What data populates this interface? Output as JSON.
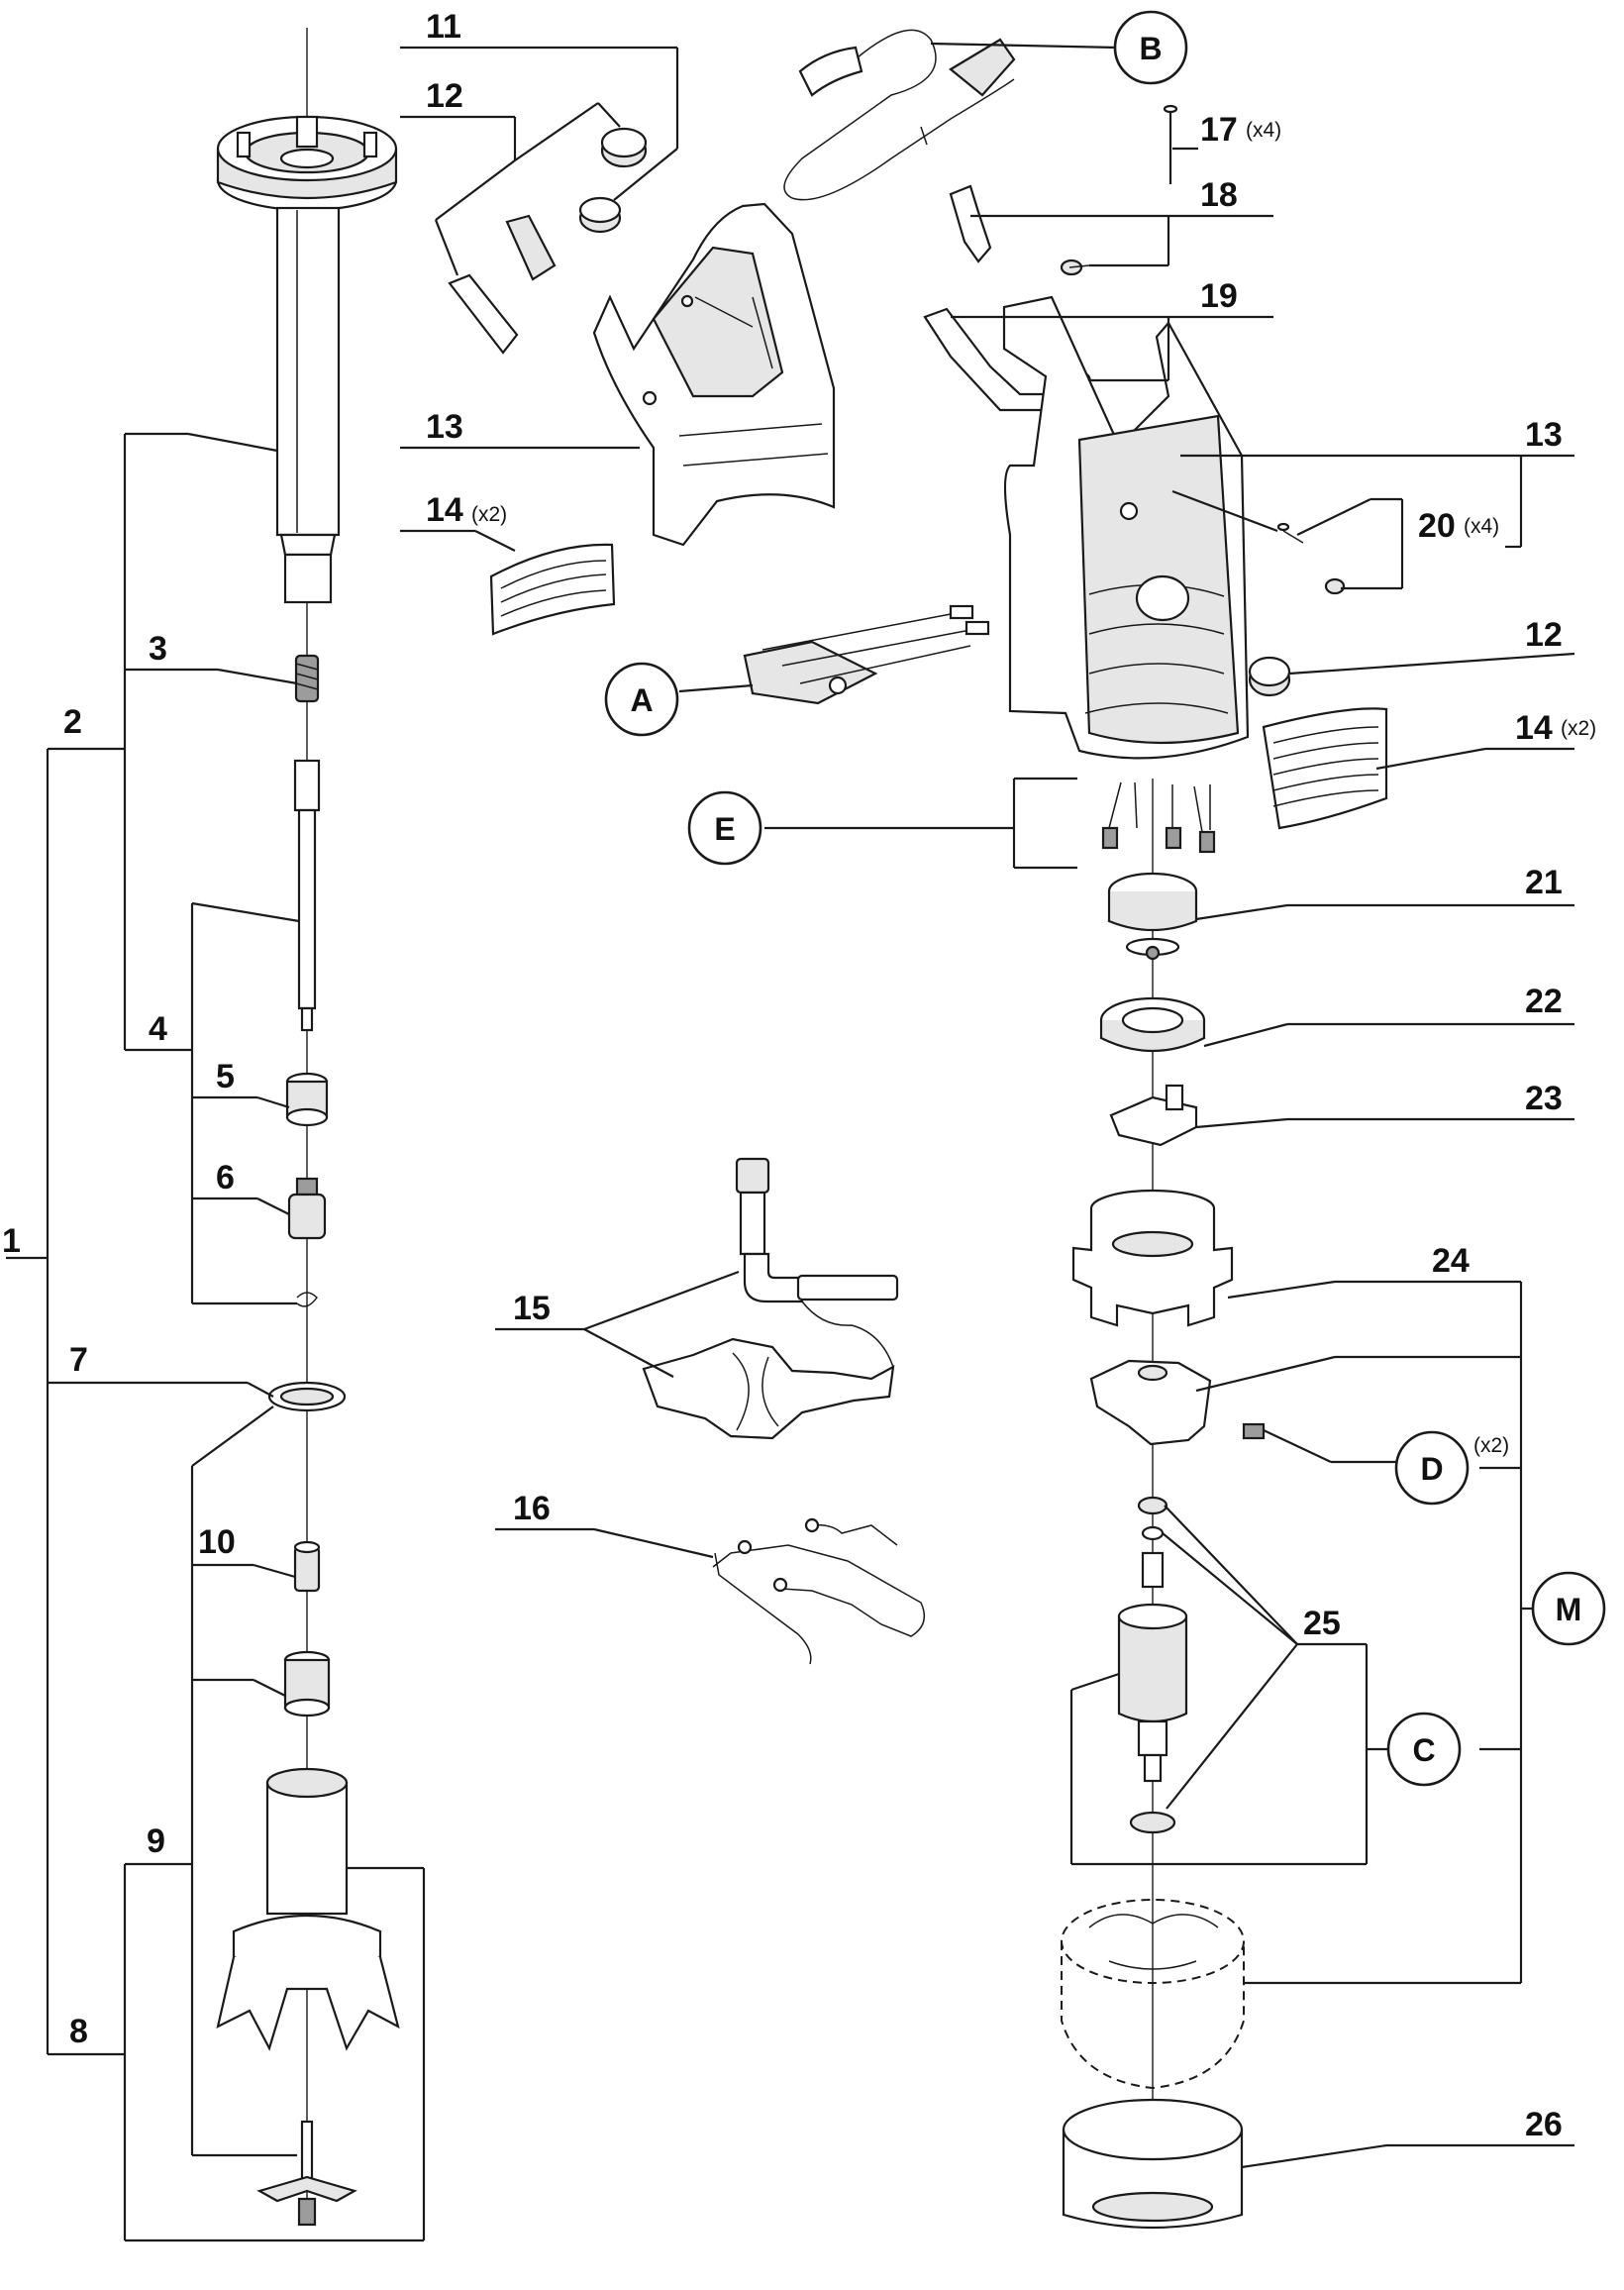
{
  "callouts": {
    "c1": "1",
    "c2": "2",
    "c3": "3",
    "c4": "4",
    "c5": "5",
    "c6": "6",
    "c7": "7",
    "c8": "8",
    "c9": "9",
    "c10": "10",
    "c11": "11",
    "c12a": "12",
    "c12b": "12",
    "c13a": "13",
    "c13b": "13",
    "c14a": "14",
    "c14b": "14",
    "c15": "15",
    "c16": "16",
    "c17": "17",
    "c18": "18",
    "c19": "19",
    "c20": "20",
    "c21": "21",
    "c22": "22",
    "c23": "23",
    "c24": "24",
    "c25": "25",
    "c26": "26"
  },
  "quantities": {
    "q14a": "(x2)",
    "q14b": "(x2)",
    "q17": "(x4)",
    "q20": "(x4)",
    "qD": "(x2)"
  },
  "assemblies": {
    "A": "A",
    "B": "B",
    "C": "C",
    "D": "D",
    "E": "E",
    "M": "M"
  }
}
